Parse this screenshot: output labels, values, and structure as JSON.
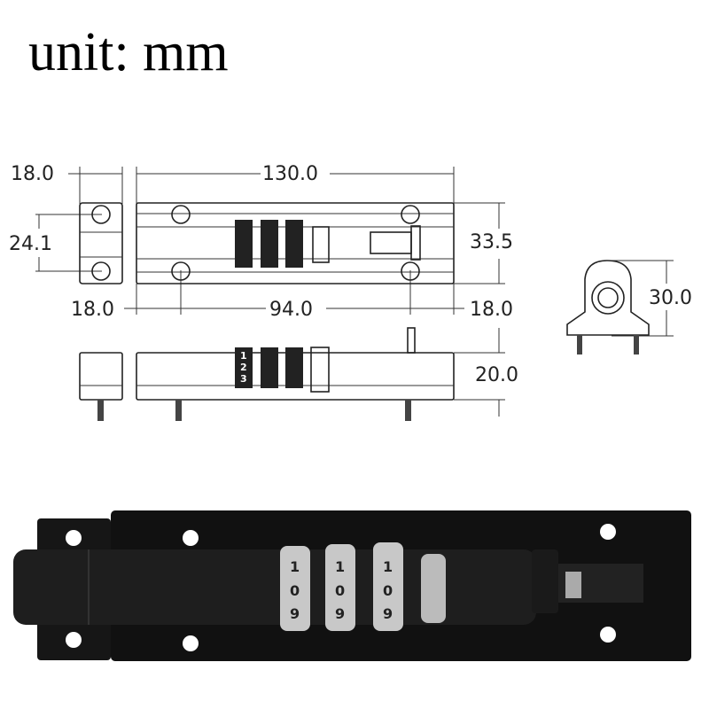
{
  "unit_label": "unit: mm",
  "dimensions": {
    "keeper_width": "18.0",
    "overall_length": "130.0",
    "keeper_hole_spacing": "24.1",
    "body_height": "33.5",
    "left_hole_offset": "18.0",
    "hole_spacing": "94.0",
    "right_hole_offset": "18.0",
    "end_view_height": "30.0",
    "thickness": "20.0"
  },
  "dial_digits_top": [
    "9",
    "0",
    "1"
  ],
  "dial_digits_side": [
    "1",
    "2",
    "3"
  ],
  "colors": {
    "lock_body": "#111111",
    "dial_silver": "#c8c8c8",
    "line": "#222222"
  }
}
